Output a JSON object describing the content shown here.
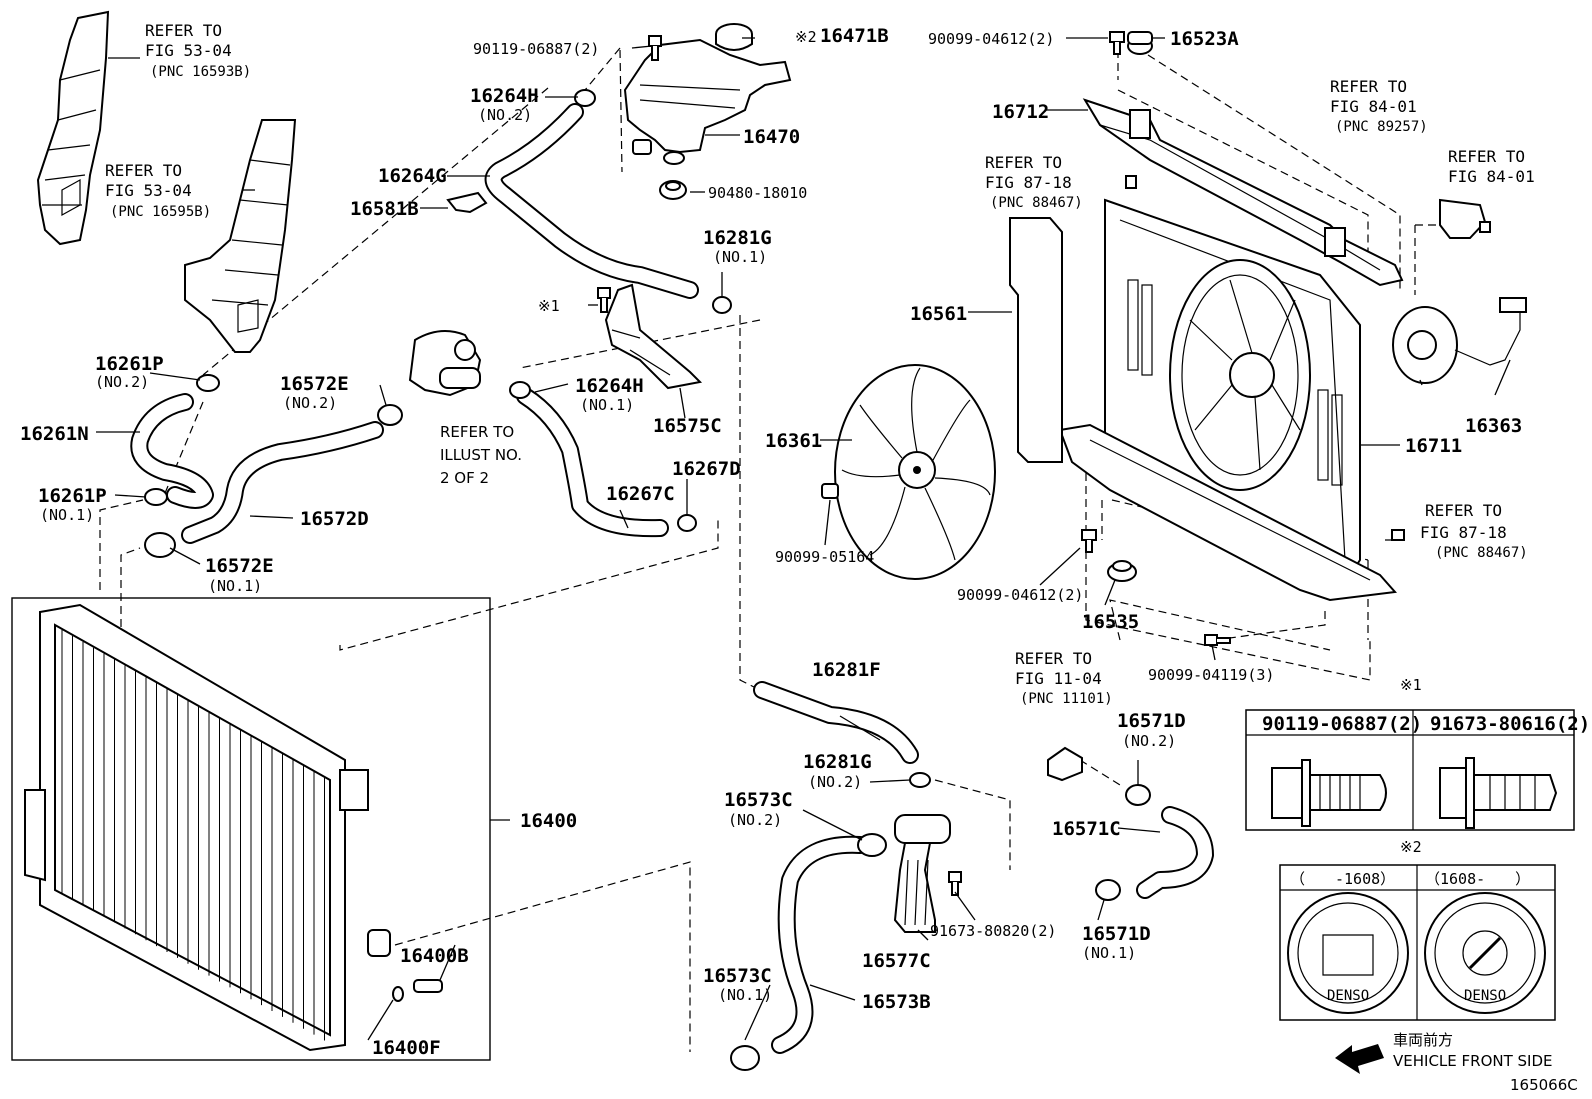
{
  "labels": {
    "p16471B": "16471B",
    "mark2": "※2",
    "p90119_06887": "90119-06887(2)",
    "p16264H_top": "16264H",
    "no2_16264H": "(NO.2)",
    "p16470": "16470",
    "p16264G": "16264G",
    "p90480": "90480-18010",
    "p16581B": "16581B",
    "p16281G_top": "16281G",
    "no1_16281G": "(NO.1)",
    "mark1": "※1",
    "p16264H_mid": "16264H",
    "no1_16264H": "(NO.1)",
    "p16575C": "16575C",
    "p16261P_top": "16261P",
    "no2_16261P": "(NO.2)",
    "p16572E_top": "16572E",
    "no2_16572E": "(NO.2)",
    "p16261N": "16261N",
    "p16267C": "16267C",
    "p16267D": "16267D",
    "p16261P_bot": "16261P",
    "no1_16261P": "(NO.1)",
    "p16572D": "16572D",
    "p16572E_bot": "16572E",
    "no1_16572E": "(NO.1)",
    "p16400": "16400",
    "p16400B": "16400B",
    "p16400F": "16400F",
    "p90099_04612_top": "90099-04612(2)",
    "p16523A": "16523A",
    "p16712": "16712",
    "p16561": "16561",
    "p16361": "16361",
    "p16363": "16363",
    "p16711": "16711",
    "p90099_05164": "90099-05164",
    "p90099_04612_bot": "90099-04612(2)",
    "p16535": "16535",
    "p90099_04119": "90099-04119(3)",
    "p16281F": "16281F",
    "p16281G_bot": "16281G",
    "no2_16281G": "(NO.2)",
    "p16573C_top": "16573C",
    "no2_16573C": "(NO.2)",
    "p16577C": "16577C",
    "p91673_80820": "91673-80820(2)",
    "p16573C_bot": "16573C",
    "no1_16573C": "(NO.1)",
    "p16573B": "16573B",
    "p16571D_top": "16571D",
    "no2_16571D": "(NO.2)",
    "p16571C": "16571C",
    "p16571D_bot": "16571D",
    "no1_16571D": "(NO.1)"
  },
  "refs": {
    "fig5304a": [
      "REFER TO",
      "FIG 53-04",
      "(PNC 16593B)"
    ],
    "fig5304b": [
      "REFER TO",
      "FIG 53-04",
      "(PNC 16595B)"
    ],
    "illust": [
      "REFER TO",
      "ILLUST NO.",
      "2 OF 2"
    ],
    "fig8718a": [
      "REFER TO",
      "FIG 87-18",
      "(PNC 88467)"
    ],
    "fig8401a": [
      "REFER TO",
      "FIG 84-01",
      "(PNC 89257)"
    ],
    "fig8401b": [
      "REFER TO",
      "FIG 84-01"
    ],
    "fig8718b": [
      "REFER TO",
      "FIG 87-18",
      "(PNC 88467)"
    ],
    "fig1104": [
      "REFER TO",
      "FIG 11-04",
      "(PNC 11101)"
    ]
  },
  "table1": {
    "mark": "※1",
    "col1": "90119-06887(2)",
    "col2": "91673-80616(2)"
  },
  "table2": {
    "mark": "※2",
    "col1": "（　　-1608）",
    "col2": "（1608-　　）",
    "cap_text": "DENSO"
  },
  "direction": {
    "jp": "車両前方",
    "en": "VEHICLE FRONT SIDE"
  },
  "figure_id": "165066C"
}
